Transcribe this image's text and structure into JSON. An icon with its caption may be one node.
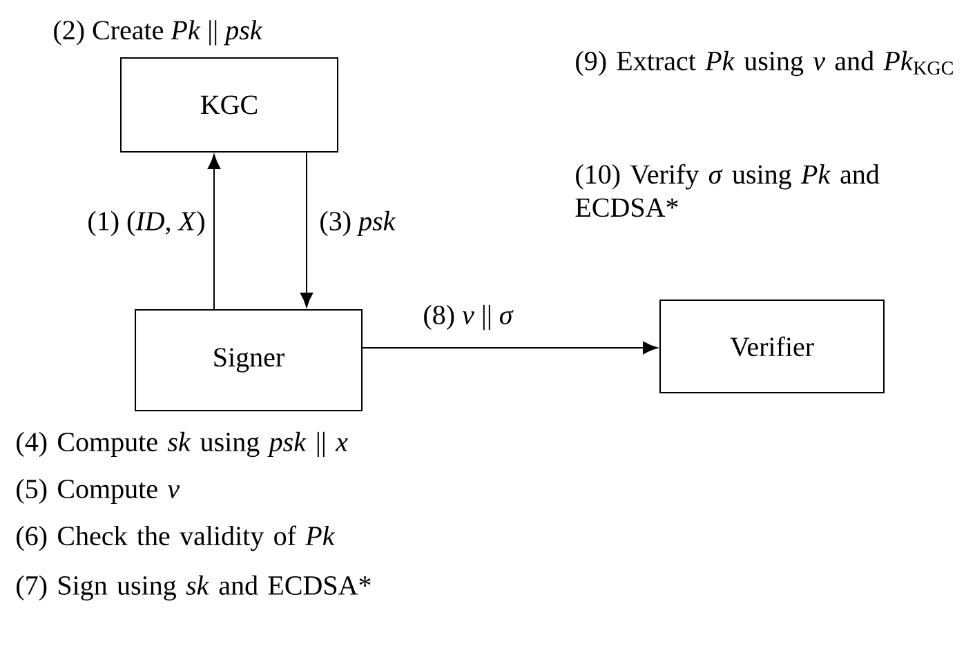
{
  "diagram": {
    "nodes": [
      {
        "text": [
          "KGC"
        ],
        "beside": [
          "(2) Create *Pk* || *psk*"
        ]
      },
      {
        "text": [
          "Signer"
        ]
      },
      {
        "text": [
          "Verifier"
        ]
      }
    ],
    "edges": [
      {
        "from": 1,
        "to": 0,
        "arrow": "to",
        "label": "(1) (*ID, X*)"
      },
      {
        "from": 0,
        "to": 1,
        "arrow": "to",
        "label": "(3) *psk*"
      },
      {
        "from": 1,
        "to": 2,
        "arrow": "to",
        "label": "(8) *ν* || *σ*"
      }
    ],
    "labels": [
      "(9) Extract *Pk* using *ν* and *Pk*$_{KGC}$",
      "(10) Verify *σ* using *Pk* and ECDSA*",
      "(4) Compute *sk* using *psk* || *x*",
      "(5) Compute *ν*",
      "(6) Check the validity of *Pk*",
      "(7) Sign using *sk* and ECDSA*"
    ]
  }
}
